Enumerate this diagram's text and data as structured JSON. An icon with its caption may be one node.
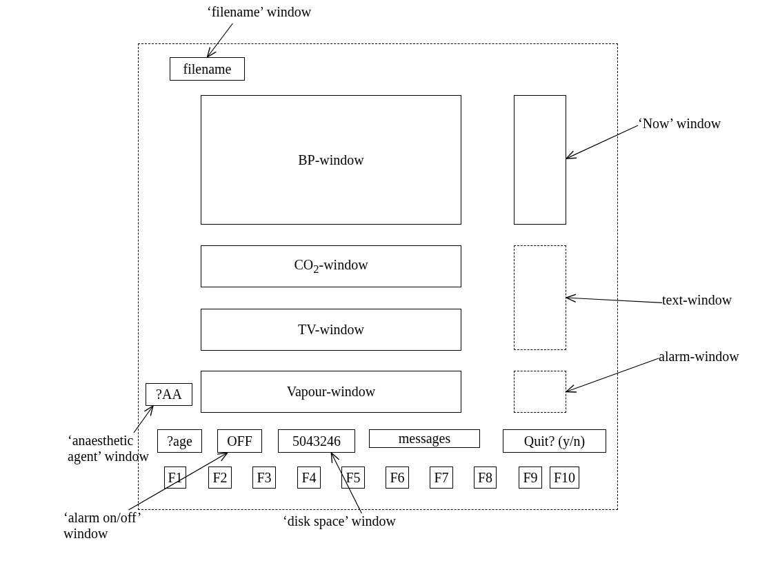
{
  "diagram": {
    "nodes": [
      {
        "text": [],
        "shape": "box"
      },
      {
        "text": [
          "filename"
        ],
        "in": 0
      },
      {
        "text": [
          "BP-window"
        ],
        "in": 0
      },
      {
        "text": [],
        "shape": "box",
        "in": 0
      },
      {
        "text": [
          "CO$_{2}$-window"
        ],
        "in": 0
      },
      {
        "text": [],
        "shape": "box",
        "in": 0
      },
      {
        "text": [
          "TV-window"
        ],
        "in": 0
      },
      {
        "text": [
          "?AA"
        ],
        "in": 0
      },
      {
        "text": [
          "Vapour-window"
        ],
        "in": 0
      },
      {
        "text": [],
        "shape": "box",
        "in": 0
      },
      {
        "text": [
          "?age"
        ],
        "in": 0
      },
      {
        "text": [
          "OFF"
        ],
        "in": 0
      },
      {
        "text": [
          "5043246"
        ],
        "in": 0
      },
      {
        "text": [
          "messages"
        ],
        "in": 0
      },
      {
        "text": [
          "Quit? (y/n)"
        ],
        "in": 0
      },
      {
        "text": [
          "F1"
        ],
        "in": 0
      },
      {
        "text": [
          "F2"
        ],
        "in": 0
      },
      {
        "text": [
          "F3"
        ],
        "in": 0
      },
      {
        "text": [
          "F4"
        ],
        "in": 0
      },
      {
        "text": [
          "F5"
        ],
        "in": 0
      },
      {
        "text": [
          "F6"
        ],
        "in": 0
      },
      {
        "text": [
          "F7"
        ],
        "in": 0
      },
      {
        "text": [
          "F8"
        ],
        "in": 0
      },
      {
        "text": [
          "F9"
        ],
        "in": 0
      },
      {
        "text": [
          "F10"
        ],
        "in": 0
      },
      {
        "text": [
          "‘filename’ window"
        ]
      },
      {
        "text": [
          "‘Now’ window"
        ]
      },
      {
        "text": [
          "text-window"
        ]
      },
      {
        "text": [
          "alarm-window"
        ]
      },
      {
        "text": [
          "‘anaesthetic agent’ window"
        ]
      },
      {
        "text": [
          "‘alarm on/off’ window"
        ]
      },
      {
        "text": [
          "‘disk space’ window"
        ]
      }
    ],
    "edges": [
      {
        "from": 25,
        "to": 1,
        "arrow": "to"
      },
      {
        "from": 26,
        "to": 3,
        "arrow": "to"
      },
      {
        "from": 27,
        "to": 5,
        "arrow": "to"
      },
      {
        "from": 28,
        "to": 9,
        "arrow": "to"
      },
      {
        "from": 29,
        "to": 7,
        "arrow": "to"
      },
      {
        "from": 30,
        "to": 11,
        "arrow": "to"
      },
      {
        "from": 31,
        "to": 12,
        "arrow": "to"
      }
    ]
  }
}
